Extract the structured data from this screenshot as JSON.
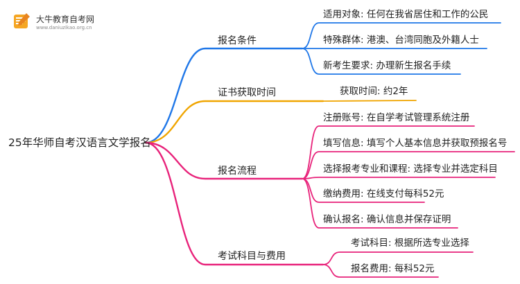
{
  "logo": {
    "title": "大牛教育自考网",
    "url": "www.daniuzikao.org.cn"
  },
  "root": "25年华师自考汉语言文学报名",
  "colors": {
    "blue": "#1f77e8",
    "orange": "#f0a500",
    "pink": "#e8227a"
  },
  "branches": [
    {
      "label": "报名条件",
      "color": "blue",
      "leaves": [
        "适用对象: 任何在我省居住和工作的公民",
        "特殊群体: 港澳、台湾同胞及外籍人士",
        "新考生要求: 办理新生报名手续"
      ]
    },
    {
      "label": "证书获取时间",
      "color": "orange",
      "leaves": [
        "获取时间: 约2年"
      ]
    },
    {
      "label": "报名流程",
      "color": "pink",
      "leaves": [
        "注册账号: 在自学考试管理系统注册",
        "填写信息: 填写个人基本信息并获取预报名号",
        "选择报考专业和课程: 选择专业并选定科目",
        "缴纳费用: 在线支付每科52元",
        "确认报名: 确认信息并保存证明"
      ]
    },
    {
      "label": "考试科目与费用",
      "color": "pink",
      "leaves": [
        "考试科目: 根据所选专业选择",
        "报名费用: 每科52元"
      ]
    }
  ]
}
